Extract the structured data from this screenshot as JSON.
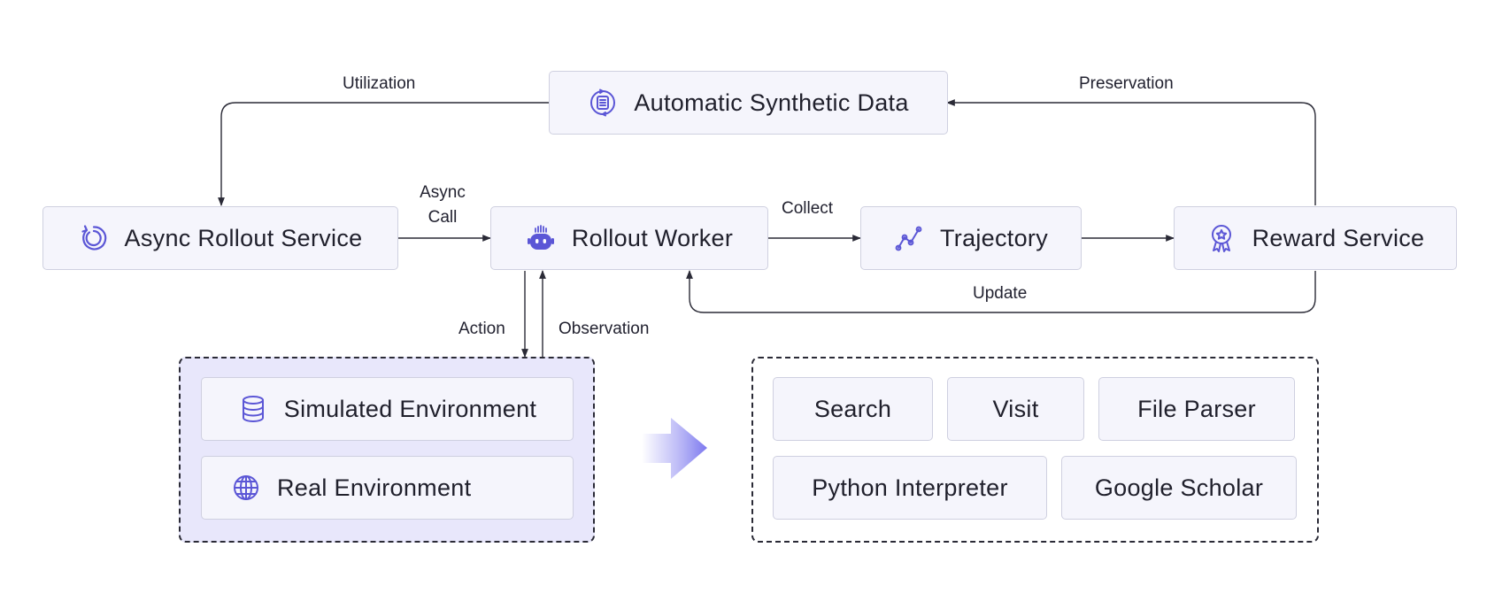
{
  "nodes": {
    "synthetic": "Automatic Synthetic Data",
    "rollout_service": "Async Rollout Service",
    "rollout_worker": "Rollout Worker",
    "trajectory": "Trajectory",
    "reward": "Reward Service",
    "sim_env": "Simulated Environment",
    "real_env": "Real Environment"
  },
  "tools": [
    "Search",
    "Visit",
    "File Parser",
    "Python Interpreter",
    "Google Scholar"
  ],
  "edges": {
    "utilization": "Utilization",
    "preservation": "Preservation",
    "async_line1": "Async",
    "async_line2": "Call",
    "collect": "Collect",
    "update": "Update",
    "action": "Action",
    "observation": "Observation"
  },
  "icons": {
    "synthetic": "data-cycle-icon",
    "rollout_service": "refresh-icon",
    "rollout_worker": "robot-icon",
    "trajectory": "line-chart-icon",
    "reward": "award-badge-icon",
    "sim_env": "database-icon",
    "real_env": "globe-icon"
  },
  "colors": {
    "accent": "#5b56d6",
    "node_fill": "#f5f5fc",
    "env_group_fill": "#e8e7fb"
  }
}
